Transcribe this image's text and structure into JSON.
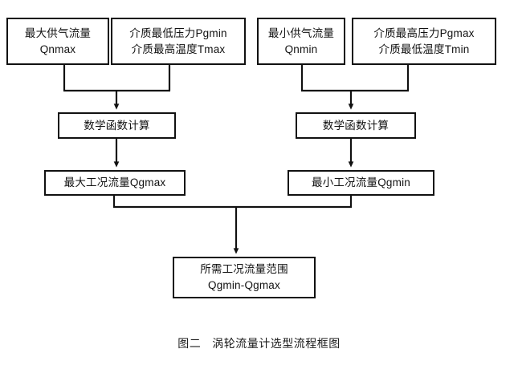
{
  "figure": {
    "caption_label": "图二",
    "caption_title": "涡轮流量计选型流程框图",
    "line_color": "#111111",
    "box_fill": "#ffffff",
    "background": "#ffffff"
  },
  "nodes": {
    "qnmax": {
      "line1": "最大供气流量",
      "line2": "Qnmax"
    },
    "pgmin": {
      "line1": "介质最低压力Pgmin",
      "line2": "介质最高温度Tmax"
    },
    "qnmin": {
      "line1": "最小供气流量",
      "line2": "Qnmin"
    },
    "pgmax": {
      "line1": "介质最高压力Pgmax",
      "line2": "介质最低温度Tmin"
    },
    "calc_left": {
      "line1": "数学函数计算"
    },
    "calc_right": {
      "line1": "数学函数计算"
    },
    "qgmax": {
      "line1": "最大工况流量Qgmax"
    },
    "qgmin": {
      "line1": "最小工况流量Qgmin"
    },
    "range": {
      "line1": "所需工况流量范围",
      "line2": "Qgmin-Qgmax"
    }
  },
  "chart_data": {
    "type": "diagram",
    "title": "涡轮流量计选型流程框图",
    "nodes": [
      {
        "id": "qnmax",
        "text": "最大供气流量 Qnmax",
        "row": 1
      },
      {
        "id": "pgmin",
        "text": "介质最低压力Pgmin 介质最高温度Tmax",
        "row": 1
      },
      {
        "id": "qnmin",
        "text": "最小供气流量 Qnmin",
        "row": 1
      },
      {
        "id": "pgmax",
        "text": "介质最高压力Pgmax 介质最低温度Tmin",
        "row": 1
      },
      {
        "id": "calc_left",
        "text": "数学函数计算",
        "row": 2
      },
      {
        "id": "calc_right",
        "text": "数学函数计算",
        "row": 2
      },
      {
        "id": "qgmax",
        "text": "最大工况流量Qgmax",
        "row": 3
      },
      {
        "id": "qgmin",
        "text": "最小工况流量Qgmin",
        "row": 3
      },
      {
        "id": "range",
        "text": "所需工况流量范围 Qgmin-Qgmax",
        "row": 4
      }
    ],
    "edges": [
      {
        "from": "qnmax",
        "to": "calc_left",
        "style": "merge-arrow"
      },
      {
        "from": "pgmin",
        "to": "calc_left",
        "style": "merge-arrow"
      },
      {
        "from": "qnmin",
        "to": "calc_right",
        "style": "merge-arrow"
      },
      {
        "from": "pgmax",
        "to": "calc_right",
        "style": "merge-arrow"
      },
      {
        "from": "calc_left",
        "to": "qgmax",
        "style": "arrow"
      },
      {
        "from": "calc_right",
        "to": "qgmin",
        "style": "arrow"
      },
      {
        "from": "qgmax",
        "to": "range",
        "style": "merge-arrow"
      },
      {
        "from": "qgmin",
        "to": "range",
        "style": "merge-arrow"
      }
    ]
  }
}
